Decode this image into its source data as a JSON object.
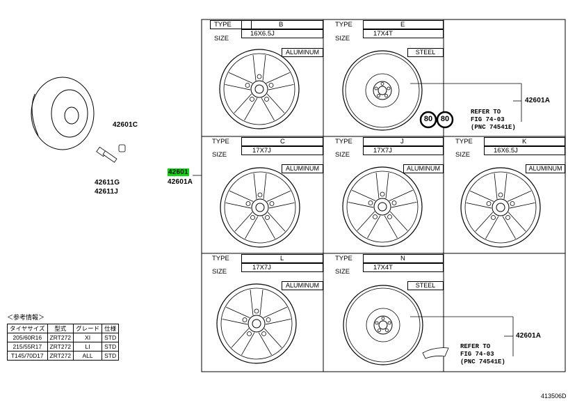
{
  "labels": {
    "type": "TYPE",
    "size": "SIZE"
  },
  "panels": {
    "B": {
      "type": "B",
      "size": "16X6.5J",
      "material": "ALUMINUM"
    },
    "E": {
      "type": "E",
      "size": "17X4T",
      "material": "STEEL"
    },
    "C": {
      "type": "C",
      "size": "17X7J",
      "material": "ALUMINUM"
    },
    "J": {
      "type": "J",
      "size": "17X7J",
      "material": "ALUMINUM"
    },
    "K": {
      "type": "K",
      "size": "16X6.5J",
      "material": "ALUMINUM"
    },
    "L": {
      "type": "L",
      "size": "17X7J",
      "material": "ALUMINUM"
    },
    "N": {
      "type": "N",
      "size": "17X4T",
      "material": "STEEL"
    }
  },
  "part_numbers": {
    "wheel": "42601",
    "wheel_a": "42601A",
    "cap": "42601C",
    "valve_g": "42611G",
    "valve_j": "42611J",
    "spare_top": "42601A",
    "spare_bottom": "42601A"
  },
  "speed_sign": "80",
  "refer": {
    "line1": "REFER TO",
    "line2": "FIG 74-03",
    "line3": "(PNC 74541E)"
  },
  "reference_table": {
    "title": "＜参考情報＞",
    "headers": [
      "タイヤサイズ",
      "型式",
      "グレード",
      "仕様"
    ],
    "rows": [
      [
        "205/60R16",
        "ZRT272",
        "XI",
        "STD"
      ],
      [
        "215/55R17",
        "ZRT272",
        "LI",
        "STD"
      ],
      [
        "T145/70D17",
        "ZRT272",
        "ALL",
        "STD"
      ]
    ]
  },
  "figure_id": "413506D"
}
